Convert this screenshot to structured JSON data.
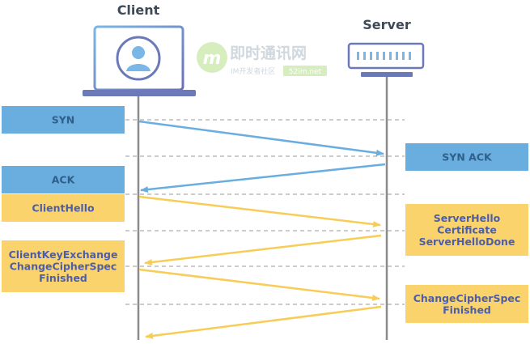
{
  "diagram": {
    "client": {
      "label": "Client"
    },
    "server": {
      "label": "Server"
    },
    "watermark": {
      "logo_letter": "m",
      "brand": "即时通讯网",
      "tagline": "IM开发者社区",
      "site": "52im.net"
    },
    "colors": {
      "tcp_box": "#6aaee0",
      "tcp_text": "#2f5f8a",
      "tcp_arrow": "#6aaee0",
      "tls_box": "#fbd36c",
      "tls_text": "#4c5ea8",
      "tls_arrow": "#f7cd58",
      "lifeline": "#8b8b8b",
      "device_stroke": "#6b79b8"
    },
    "client_boxes": [
      {
        "id": "syn",
        "lines": [
          "SYN"
        ],
        "type": "tcp"
      },
      {
        "id": "ack",
        "lines": [
          "ACK"
        ],
        "type": "tcp"
      },
      {
        "id": "clienthello",
        "lines": [
          "ClientHello"
        ],
        "type": "tls"
      },
      {
        "id": "clientkeyexchange",
        "lines": [
          "ClientKeyExchange",
          "ChangeCipherSpec",
          "Finished"
        ],
        "type": "tls"
      }
    ],
    "server_boxes": [
      {
        "id": "synack",
        "lines": [
          "SYN ACK"
        ],
        "type": "tcp"
      },
      {
        "id": "serverhello",
        "lines": [
          "ServerHello",
          "Certificate",
          "ServerHelloDone"
        ],
        "type": "tls"
      },
      {
        "id": "changecipherspec",
        "lines": [
          "ChangeCipherSpec",
          "Finished"
        ],
        "type": "tls"
      }
    ],
    "arrows": [
      {
        "from": "client",
        "to": "server",
        "type": "tcp"
      },
      {
        "from": "server",
        "to": "client",
        "type": "tcp"
      },
      {
        "from": "client",
        "to": "server",
        "type": "tls"
      },
      {
        "from": "server",
        "to": "client",
        "type": "tls"
      },
      {
        "from": "client",
        "to": "server",
        "type": "tls"
      },
      {
        "from": "server",
        "to": "client",
        "type": "tls"
      }
    ]
  }
}
